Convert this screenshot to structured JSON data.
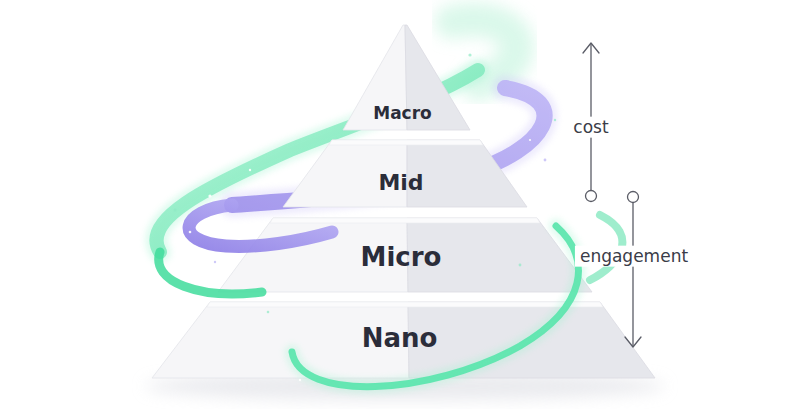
{
  "diagram": {
    "nodes": [
      {
        "text": [
          "Macro"
        ]
      },
      {
        "text": [
          "Mid"
        ]
      },
      {
        "text": [
          "Micro"
        ]
      },
      {
        "text": [
          "Nano"
        ]
      }
    ],
    "labels": [
      "cost",
      "engagement"
    ]
  }
}
